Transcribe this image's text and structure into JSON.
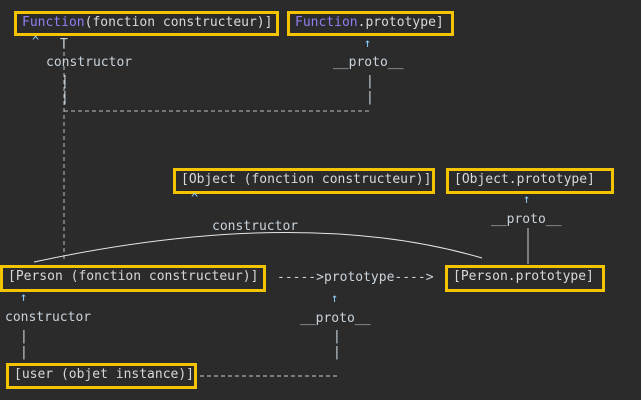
{
  "nodes": {
    "function_ctor": {
      "kw": "Function",
      "rest": "(fonction constructeur)]"
    },
    "function_proto": {
      "kw": "Function",
      "rest": ".prototype]"
    },
    "object_ctor": {
      "text": "[Object (fonction constructeur)]"
    },
    "object_proto": {
      "text": "[Object.prototype]"
    },
    "person_ctor": {
      "text": "[Person (fonction constructeur)]"
    },
    "person_proto": {
      "text": "[Person.prototype]"
    },
    "user_instance": {
      "text": "[user (objet instance)]"
    }
  },
  "labels": {
    "constructor_top": "constructor",
    "proto_top": "__proto__",
    "constructor_mid": "constructor",
    "proto_object": "__proto__",
    "prototype_link": "----->prototype---->",
    "constructor_bottom": "constructor",
    "proto_bottom": "__proto__"
  },
  "glyphs": {
    "up_arrow": "↑"
  },
  "colors": {
    "background": "#2b2b2b",
    "box_border": "#f5c400",
    "text": "#d8d8d8",
    "keyword": "#8f7ff0",
    "arrow": "#8fd0ff"
  }
}
